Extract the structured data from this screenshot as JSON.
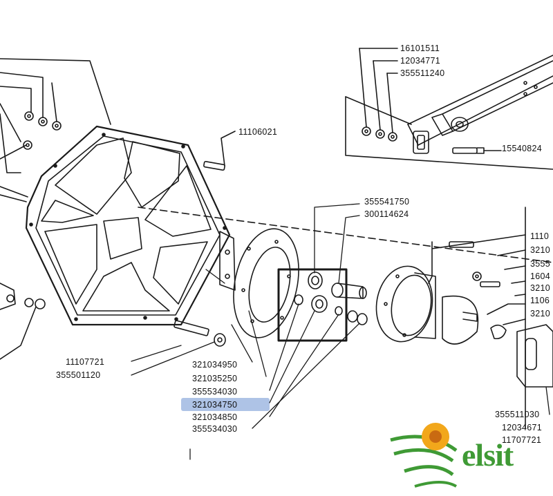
{
  "colors": {
    "line": "#1a1a1a",
    "highlight": "#aec3e6",
    "logo_green": "#3f9a35",
    "logo_sun": "#f2a71b",
    "logo_sun_center": "#c96a12"
  },
  "highlighted_part": "321034750",
  "labels": {
    "l16101511": "16101511",
    "l12034771": "12034771",
    "l355511240": "355511240",
    "l11106021": "11106021",
    "l15540824": "15540824",
    "l355541750": "355541750",
    "l300114624": "300114624",
    "l11107721": "11107721",
    "l355501120": "355501120",
    "l321034950": "321034950",
    "l321035250": "321035250",
    "l355534030a": "355534030",
    "l321034750": "321034750",
    "l321034850": "321034850",
    "l355534030b": "355534030",
    "r1": "1110",
    "r2": "3210",
    "r3": "3555",
    "r4": "1604",
    "r5": "3210",
    "r6": "1106",
    "r7": "3210",
    "l355511030": "355511030",
    "l12034671": "12034671",
    "l11707721": "11707721"
  },
  "logo": {
    "text": "elsit",
    "icon": "sunflower-icon"
  }
}
